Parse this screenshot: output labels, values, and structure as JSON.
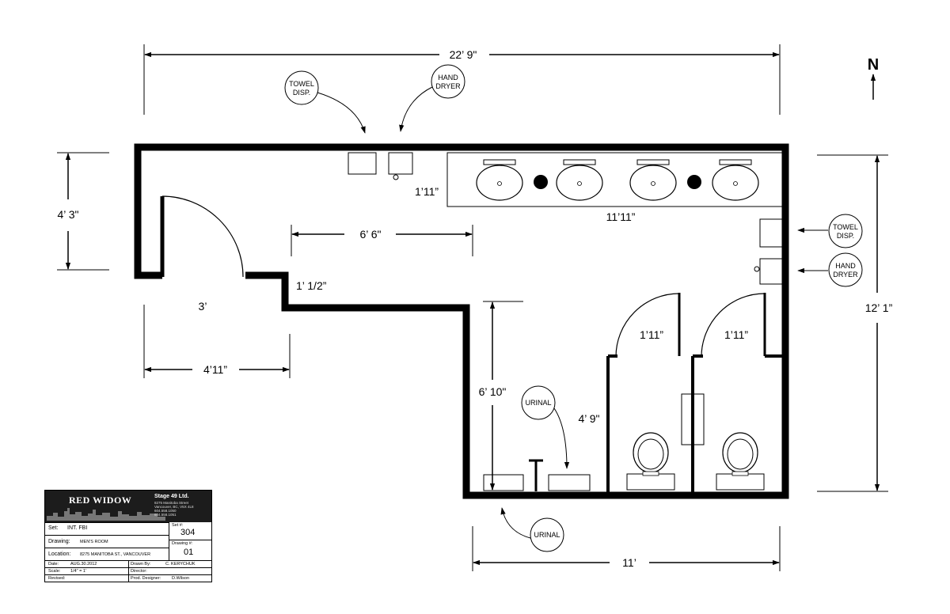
{
  "north": "N",
  "dimensions": {
    "total_width": "22’ 9\"",
    "left_height": "4’ 3\"",
    "door_width": "3’",
    "door_offset": "4’11”",
    "jog": "1’ 1/2”",
    "corridor_width": "6’ 6\"",
    "counter_depth": "1’11”",
    "counter_length": "11’11”",
    "right_height": "12’ 1”",
    "stall_1_door": "1’11”",
    "stall_2_door": "1’11”",
    "urinal_wall": "6’ 10\"",
    "urinal_area": "4’ 9\"",
    "bottom_width": "11’"
  },
  "fixtures": {
    "towel_top": [
      "TOWEL",
      "DISP."
    ],
    "dryer_top": [
      "HAND",
      "DRYER"
    ],
    "towel_right": [
      "TOWEL",
      "DISP."
    ],
    "dryer_right": [
      "HAND",
      "DRYER"
    ],
    "urinal_inner": "URINAL",
    "urinal_outer": "URINAL"
  },
  "title_block": {
    "logo": "RED WIDOW",
    "company": "Stage 49 Ltd.",
    "address_lines": [
      "8275 Manitoba Street",
      "Vancouver, BC, V5X 4L8",
      "604.558.1050",
      "604.558.1051"
    ],
    "set_label": "Set:",
    "set_value": "INT. FBI",
    "set_num_label": "Set #:",
    "set_num_value": "304",
    "drawing_label": "Drawing:",
    "drawing_value": "MEN'S ROOM",
    "drawing_num_label": "Drawing #:",
    "drawing_num_value": "01",
    "location_label": "Location:",
    "location_value": "8275 MANITOBA ST., VANCOUVER",
    "date_label": "Date:",
    "date_value": "AUG.30.2012",
    "drawn_by_label": "Drawn By:",
    "drawn_by_value": "C. KERYCHUK",
    "scale_label": "Scale:",
    "scale_value": "1/4\" = 1'",
    "director_label": "Director:",
    "revised_label": "Revised:",
    "prod_designer_label": "Prod. Designer:",
    "prod_designer_value": "D.Wilson"
  }
}
